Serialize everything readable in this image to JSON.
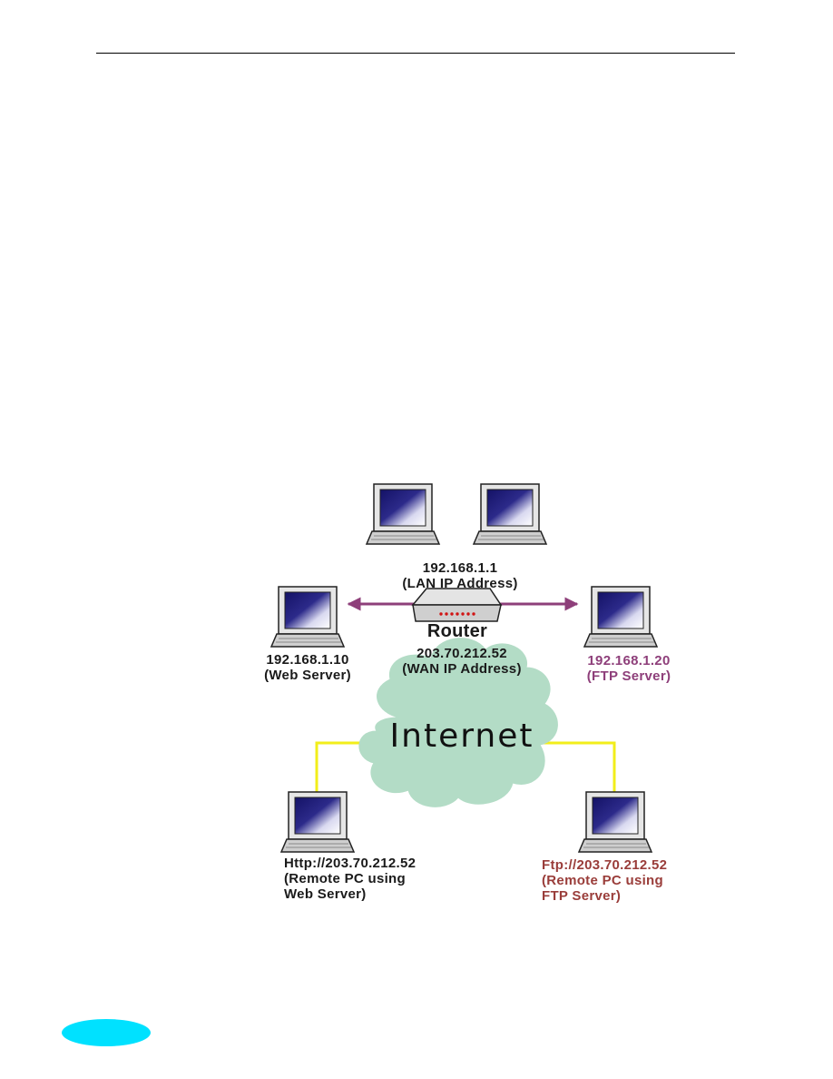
{
  "diagram": {
    "router": {
      "name": "Router",
      "lan_ip": "192.168.1.1",
      "lan_caption": "(LAN IP Address)",
      "wan_ip": "203.70.212.52",
      "wan_caption": "(WAN IP Address)"
    },
    "web_server": {
      "ip": "192.168.1.10",
      "caption": "(Web Server)"
    },
    "ftp_server": {
      "ip": "192.168.1.20",
      "caption": "(FTP Server)"
    },
    "internet": {
      "label": "Internet"
    },
    "remote_web": {
      "url": "Http://203.70.212.52",
      "line1": "(Remote PC using",
      "line2": "Web Server)"
    },
    "remote_ftp": {
      "url": "Ftp://203.70.212.52",
      "line1": "(Remote PC using",
      "line2": "FTP Server)"
    }
  },
  "colors": {
    "arrow": "#8e3f7a",
    "ftp_text": "#8e3f7a",
    "remote_ftp_text": "#9a3d3a",
    "cloud": "#b3dcc6",
    "link_line": "#f2ee1a",
    "screen": "#1a1870",
    "badge": "#00e1ff"
  }
}
